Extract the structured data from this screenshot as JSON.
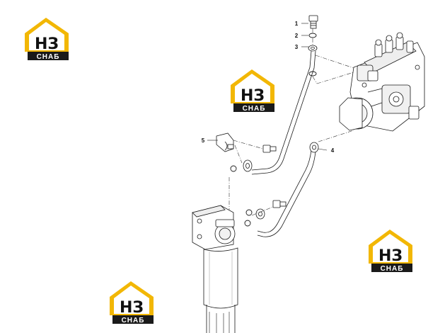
{
  "callouts": [
    {
      "label": "1"
    },
    {
      "label": "2"
    },
    {
      "label": "3"
    },
    {
      "label": "4"
    },
    {
      "label": "5"
    }
  ],
  "watermark": {
    "letters": "НЗ",
    "text": "СНАБ",
    "colors": {
      "accent": "#f2b705",
      "dark": "#1a1a1a",
      "text": "#ffffff"
    }
  },
  "colors": {
    "line": "#1a1a1a",
    "leader": "#333333",
    "fill": "#ffffff",
    "shade": "#d8d8d8"
  }
}
